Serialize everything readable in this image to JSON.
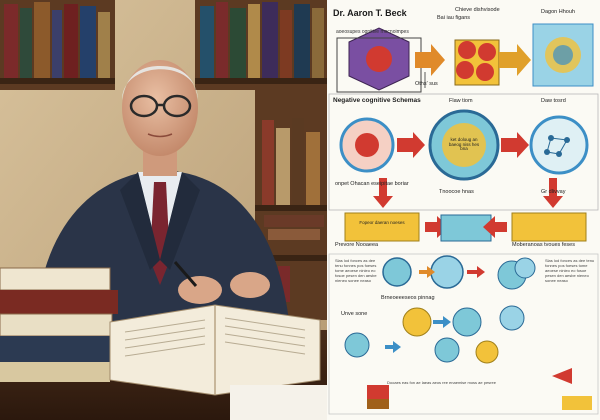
{
  "photo": {
    "alt_subject": "elderly man in suit writing at a desk with open books in front of bookshelves"
  },
  "poster": {
    "title": "Dr. Aaron T. Beck",
    "subtitle": "aoeosupes ognitive mocnoimpes",
    "section_heading": "Negative cognitive Schemas",
    "labels": {
      "l1": "Bai iau figans",
      "l2": "Chieve dishvisode",
      "l3": "Dagon Hhouh",
      "l4": "Oths' sus",
      "l5": "Flaw tiom",
      "l6": "Daw tosrd",
      "l7": "onpet Ohacan eseipitae boriar",
      "l8": "Tnoocoe hnas",
      "l9": "Gr dlivvay",
      "l10": "Prevore Nooaeea",
      "l11": "Moberanoas tvoues feses",
      "l12": "Fopeor daeran noeses",
      "l13": "Brneoeeeseos pinnag",
      "l14": "Unve sone"
    },
    "circle_text": "ket doloug an baeog niss hes bna",
    "body_text": "Slas lod fonces as dee tenu fonnes pos foeses tome aeoese ninieo eo fosoe pesen den aesbe nieneo sonee neaso",
    "footer_text": "Dooaes eas fon ae laeas aeos ree enaemise moss ae pesree"
  },
  "colors": {
    "wall": "#c7b08a",
    "suit": "#2a3448",
    "tie": "#7a2530",
    "desk": "#3b2416",
    "poster_red": "#d13a30",
    "poster_blue": "#3c8fc6",
    "poster_yellow": "#f2c23a",
    "poster_purple": "#7a4fa2"
  },
  "icons": [
    "arrow-icon"
  ]
}
